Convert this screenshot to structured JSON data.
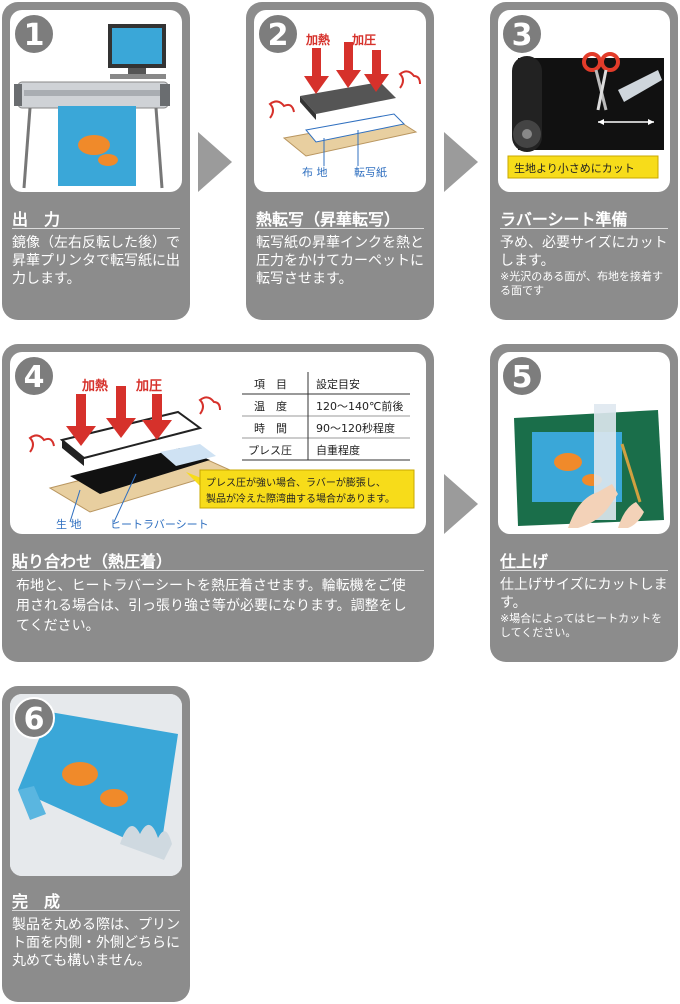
{
  "steps": [
    {
      "num": "1",
      "title": "出　力",
      "desc": "鏡像（左右反転した後）で昇華プリンタで転写紙に出力します。"
    },
    {
      "num": "2",
      "title": "熱転写（昇華転写）",
      "desc": "転写紙の昇華インクを熱と圧力をかけてカーペットに転写させます。",
      "label_heat": "加熱",
      "label_press": "加圧",
      "label_cloth": "布 地",
      "label_paper": "転写紙"
    },
    {
      "num": "3",
      "title": "ラバーシート準備",
      "desc": "予め、必要サイズにカットします。",
      "note": "※光沢のある面が、布地を接着する面です",
      "callout": "生地より小さめにカット"
    },
    {
      "num": "4",
      "title": "貼り合わせ（熱圧着）",
      "desc": "布地と、ヒートラバーシートを熱圧着させます。輪転機をご使用される場合は、引っ張り強さ等が必要になります。調整をしてください。",
      "label_heat": "加熱",
      "label_press": "加圧",
      "label_cloth": "生 地",
      "label_rubber": "ヒートラバーシート",
      "callout": "プレス圧が強い場合、ラバーが膨張し、製品が冷えた際湾曲する場合があります。",
      "table": {
        "header": [
          "項　目",
          "設定目安"
        ],
        "rows": [
          [
            "温　度",
            "120〜140℃前後"
          ],
          [
            "時　間",
            "90〜120秒程度"
          ],
          [
            "プレス圧",
            "自重程度"
          ]
        ]
      }
    },
    {
      "num": "5",
      "title": "仕上げ",
      "desc": "仕上げサイズにカットします。",
      "note": "※場合によってはヒートカットをしてください。"
    },
    {
      "num": "6",
      "title": "完　成",
      "desc": "製品を丸める際は、プリント面を内側・外側どちらに丸めても構いません。"
    }
  ],
  "colors": {
    "card": "#8c8c8c",
    "arrow_red": "#d6312b",
    "callout": "#f7dc1a",
    "mat_green": "#1a6e4a",
    "ocean": "#3aa7d8"
  }
}
